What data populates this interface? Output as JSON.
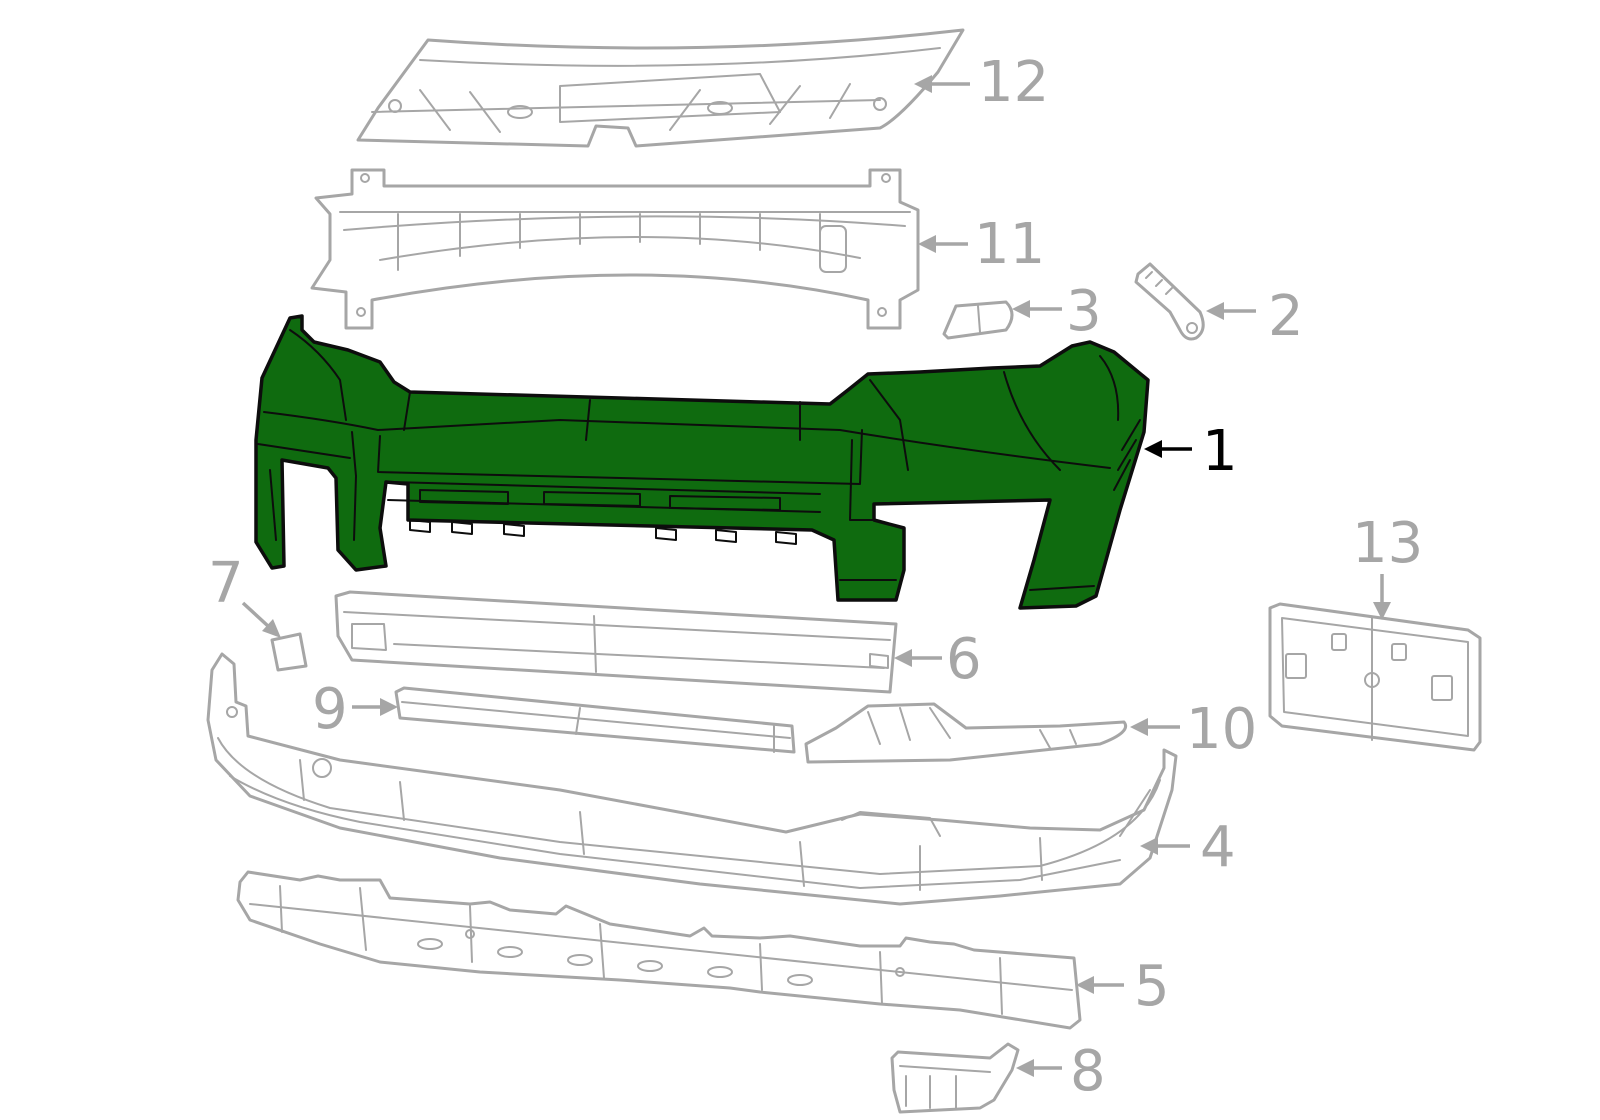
{
  "diagram": {
    "callouts": [
      {
        "id": "1",
        "label": "1",
        "highlighted": true
      },
      {
        "id": "2",
        "label": "2",
        "highlighted": false
      },
      {
        "id": "3",
        "label": "3",
        "highlighted": false
      },
      {
        "id": "4",
        "label": "4",
        "highlighted": false
      },
      {
        "id": "5",
        "label": "5",
        "highlighted": false
      },
      {
        "id": "6",
        "label": "6",
        "highlighted": false
      },
      {
        "id": "7",
        "label": "7",
        "highlighted": false
      },
      {
        "id": "8",
        "label": "8",
        "highlighted": false
      },
      {
        "id": "9",
        "label": "9",
        "highlighted": false
      },
      {
        "id": "10",
        "label": "10",
        "highlighted": false
      },
      {
        "id": "11",
        "label": "11",
        "highlighted": false
      },
      {
        "id": "12",
        "label": "12",
        "highlighted": false
      },
      {
        "id": "13",
        "label": "13",
        "highlighted": false
      }
    ],
    "colors": {
      "highlight_fill": "#0f6b0f",
      "highlight_outline": "#0d0d0d",
      "part_outline": "#a6a6a6",
      "background": "#ffffff"
    }
  }
}
